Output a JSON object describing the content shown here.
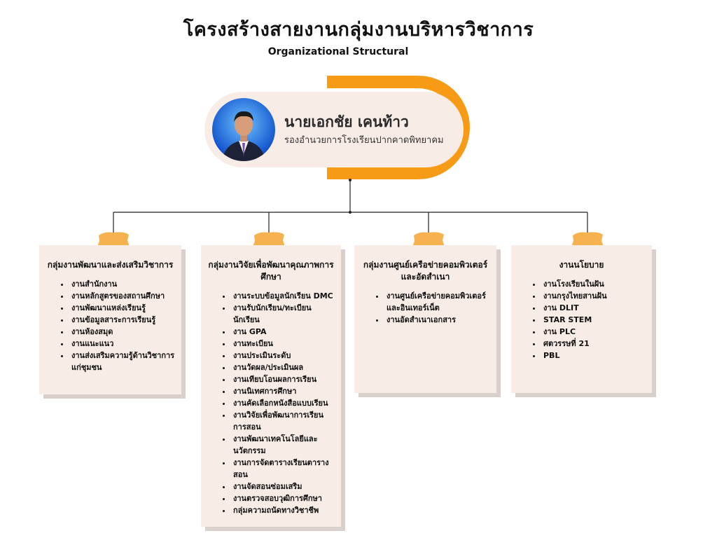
{
  "header": {
    "title": "โครงสร้างสายงานกลุ่มงานบริหารวิชาการ",
    "subtitle": "Organizational Structural"
  },
  "head": {
    "name": "นายเอกชัย เคนท้าว",
    "role": "รองอำนวยการโรงเรียนปากคาดพิทยาคม"
  },
  "colors": {
    "accent": "#f79a16",
    "tab": "#f6b24f",
    "card": "#f8ece6",
    "shadow": "#d9d0cc"
  },
  "groups": [
    {
      "title": "กลุ่มงานพัฒนาและส่งเสริมวิชาการ",
      "items": [
        "งานสำนักงาน",
        "งานหลักสูตรของสถานศึกษา",
        "งานพัฒนาแหล่งเรียนรู้",
        "งานข้อมูลสาระการเรียนรู้",
        "งานห้องสมุด",
        "งานแนะแนว",
        "งานส่งเสริมความรู้ด้านวิชาการแก่ชุมชน"
      ]
    },
    {
      "title": "กลุ่มงานวิจัยเพื่อพัฒนาคุณภาพการศึกษา",
      "items": [
        "งานระบบข้อมูลนักเรียน DMC",
        "งานรับนักเรียน/ทะเบียนนักเรียน",
        "งาน GPA",
        "งานทะเบียน",
        "งานประเมินระดับ",
        "งานวัดผล/ประเมินผล",
        "งานเทียบโอนผลการเรียน",
        "งานนิเทศการศึกษา",
        "งานคัดเลือกหนังสือแบบเรียน",
        "งานวิจัยเพื่อพัฒนาการเรียนการสอน",
        "งานพัฒนาเทคโนโลยีและนวัตกรรม",
        "งานการจัดตารางเรียนตารางสอน",
        "งานจัดสอนซ่อมเสริม",
        "งานตรวจสอบวุฒิการศึกษา",
        "กลุ่มความถนัดทางวิชาชีพ"
      ]
    },
    {
      "title": "กลุ่มงานศูนย์เครือข่ายคอมพิวเตอร์และอัดสำเนา",
      "items": [
        "งานศูนย์เครือข่ายคอมพิวเตอร์และอินเทอร์เน็ต",
        "งานอัดสำเนาเอกสาร"
      ]
    },
    {
      "title": "งานนโยบาย",
      "items": [
        "งานโรงเรียนในฝัน",
        "งานกรุงไทยสานฝัน",
        "งาน DLIT",
        "STAR STEM",
        "งาน PLC",
        "ศตวรรษที่ 21",
        "PBL"
      ]
    }
  ]
}
